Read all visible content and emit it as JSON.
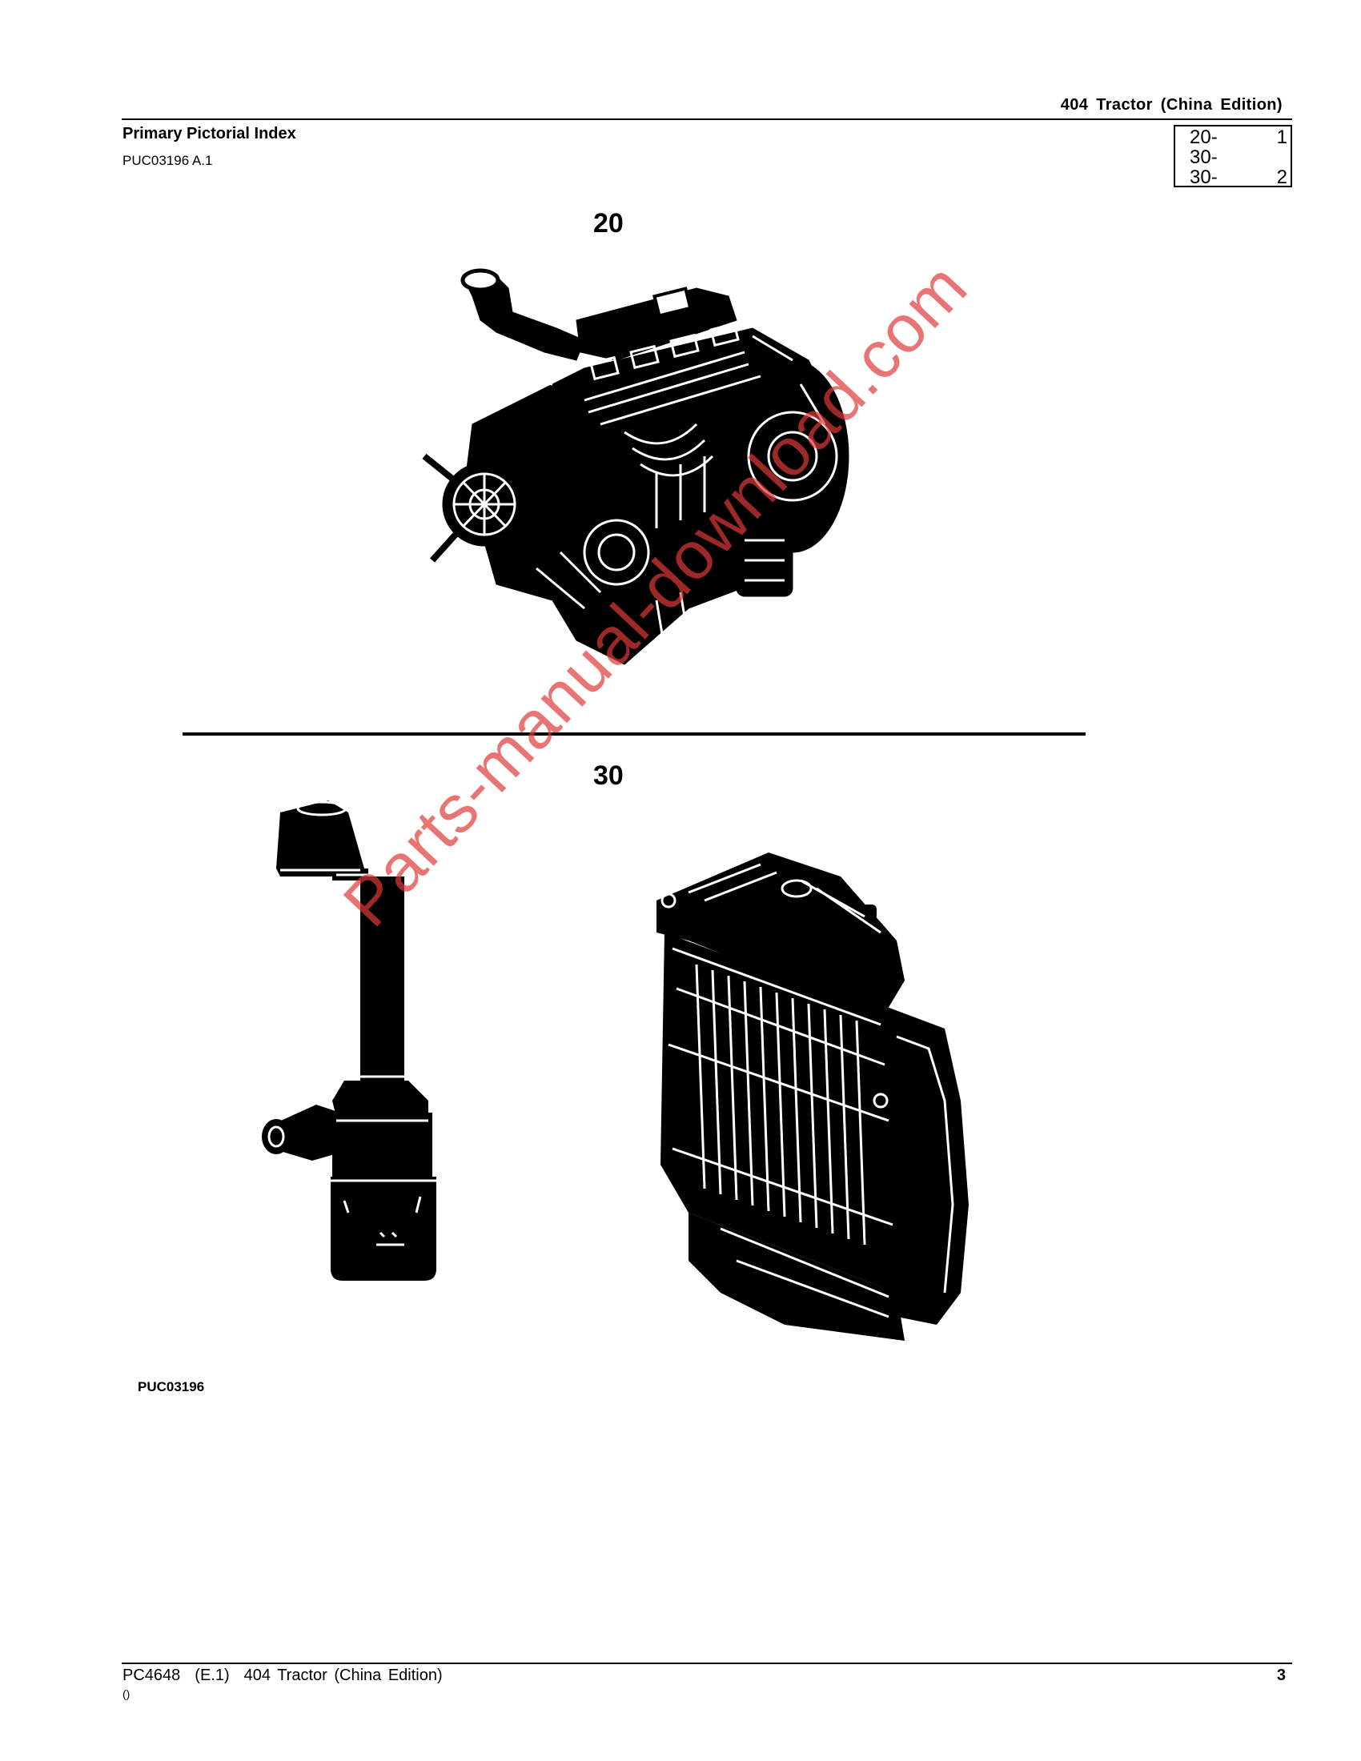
{
  "header": {
    "title": "404 Tractor (China Edition)"
  },
  "section": {
    "title": "Primary Pictorial Index",
    "code": "PUC03196 A.1"
  },
  "index": [
    {
      "ref": "20-",
      "page": "1"
    },
    {
      "ref": "30-",
      "page": ""
    },
    {
      "ref": "30-",
      "page": "2"
    }
  ],
  "groups": [
    {
      "label": "20",
      "icon": "engine-illustration"
    },
    {
      "label": "30",
      "icon": "air-cleaner-and-radiator-illustration"
    }
  ],
  "watermark": "Parts-manual-download.com",
  "figure_code": "PUC03196",
  "footer": {
    "manual": "PC4648",
    "edition": "(E.1)",
    "title": "404 Tractor (China Edition)",
    "page": "3",
    "sub": "()"
  }
}
